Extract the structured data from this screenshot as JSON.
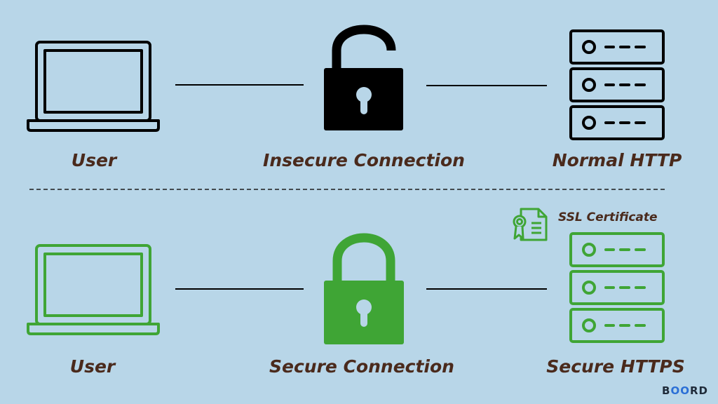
{
  "colors": {
    "background": "#b8d6e8",
    "insecure": "#000000",
    "secure": "#3fa535",
    "label": "#4a2a1c"
  },
  "top_row": {
    "user_label": "User",
    "connection_label": "Insecure Connection",
    "server_label": "Normal HTTP"
  },
  "bottom_row": {
    "user_label": "User",
    "connection_label": "Secure Connection",
    "server_label": "Secure HTTPS",
    "certificate_label": "SSL Certificate"
  },
  "brand": {
    "prefix": "B",
    "middle": "OO",
    "suffix": "RD"
  }
}
